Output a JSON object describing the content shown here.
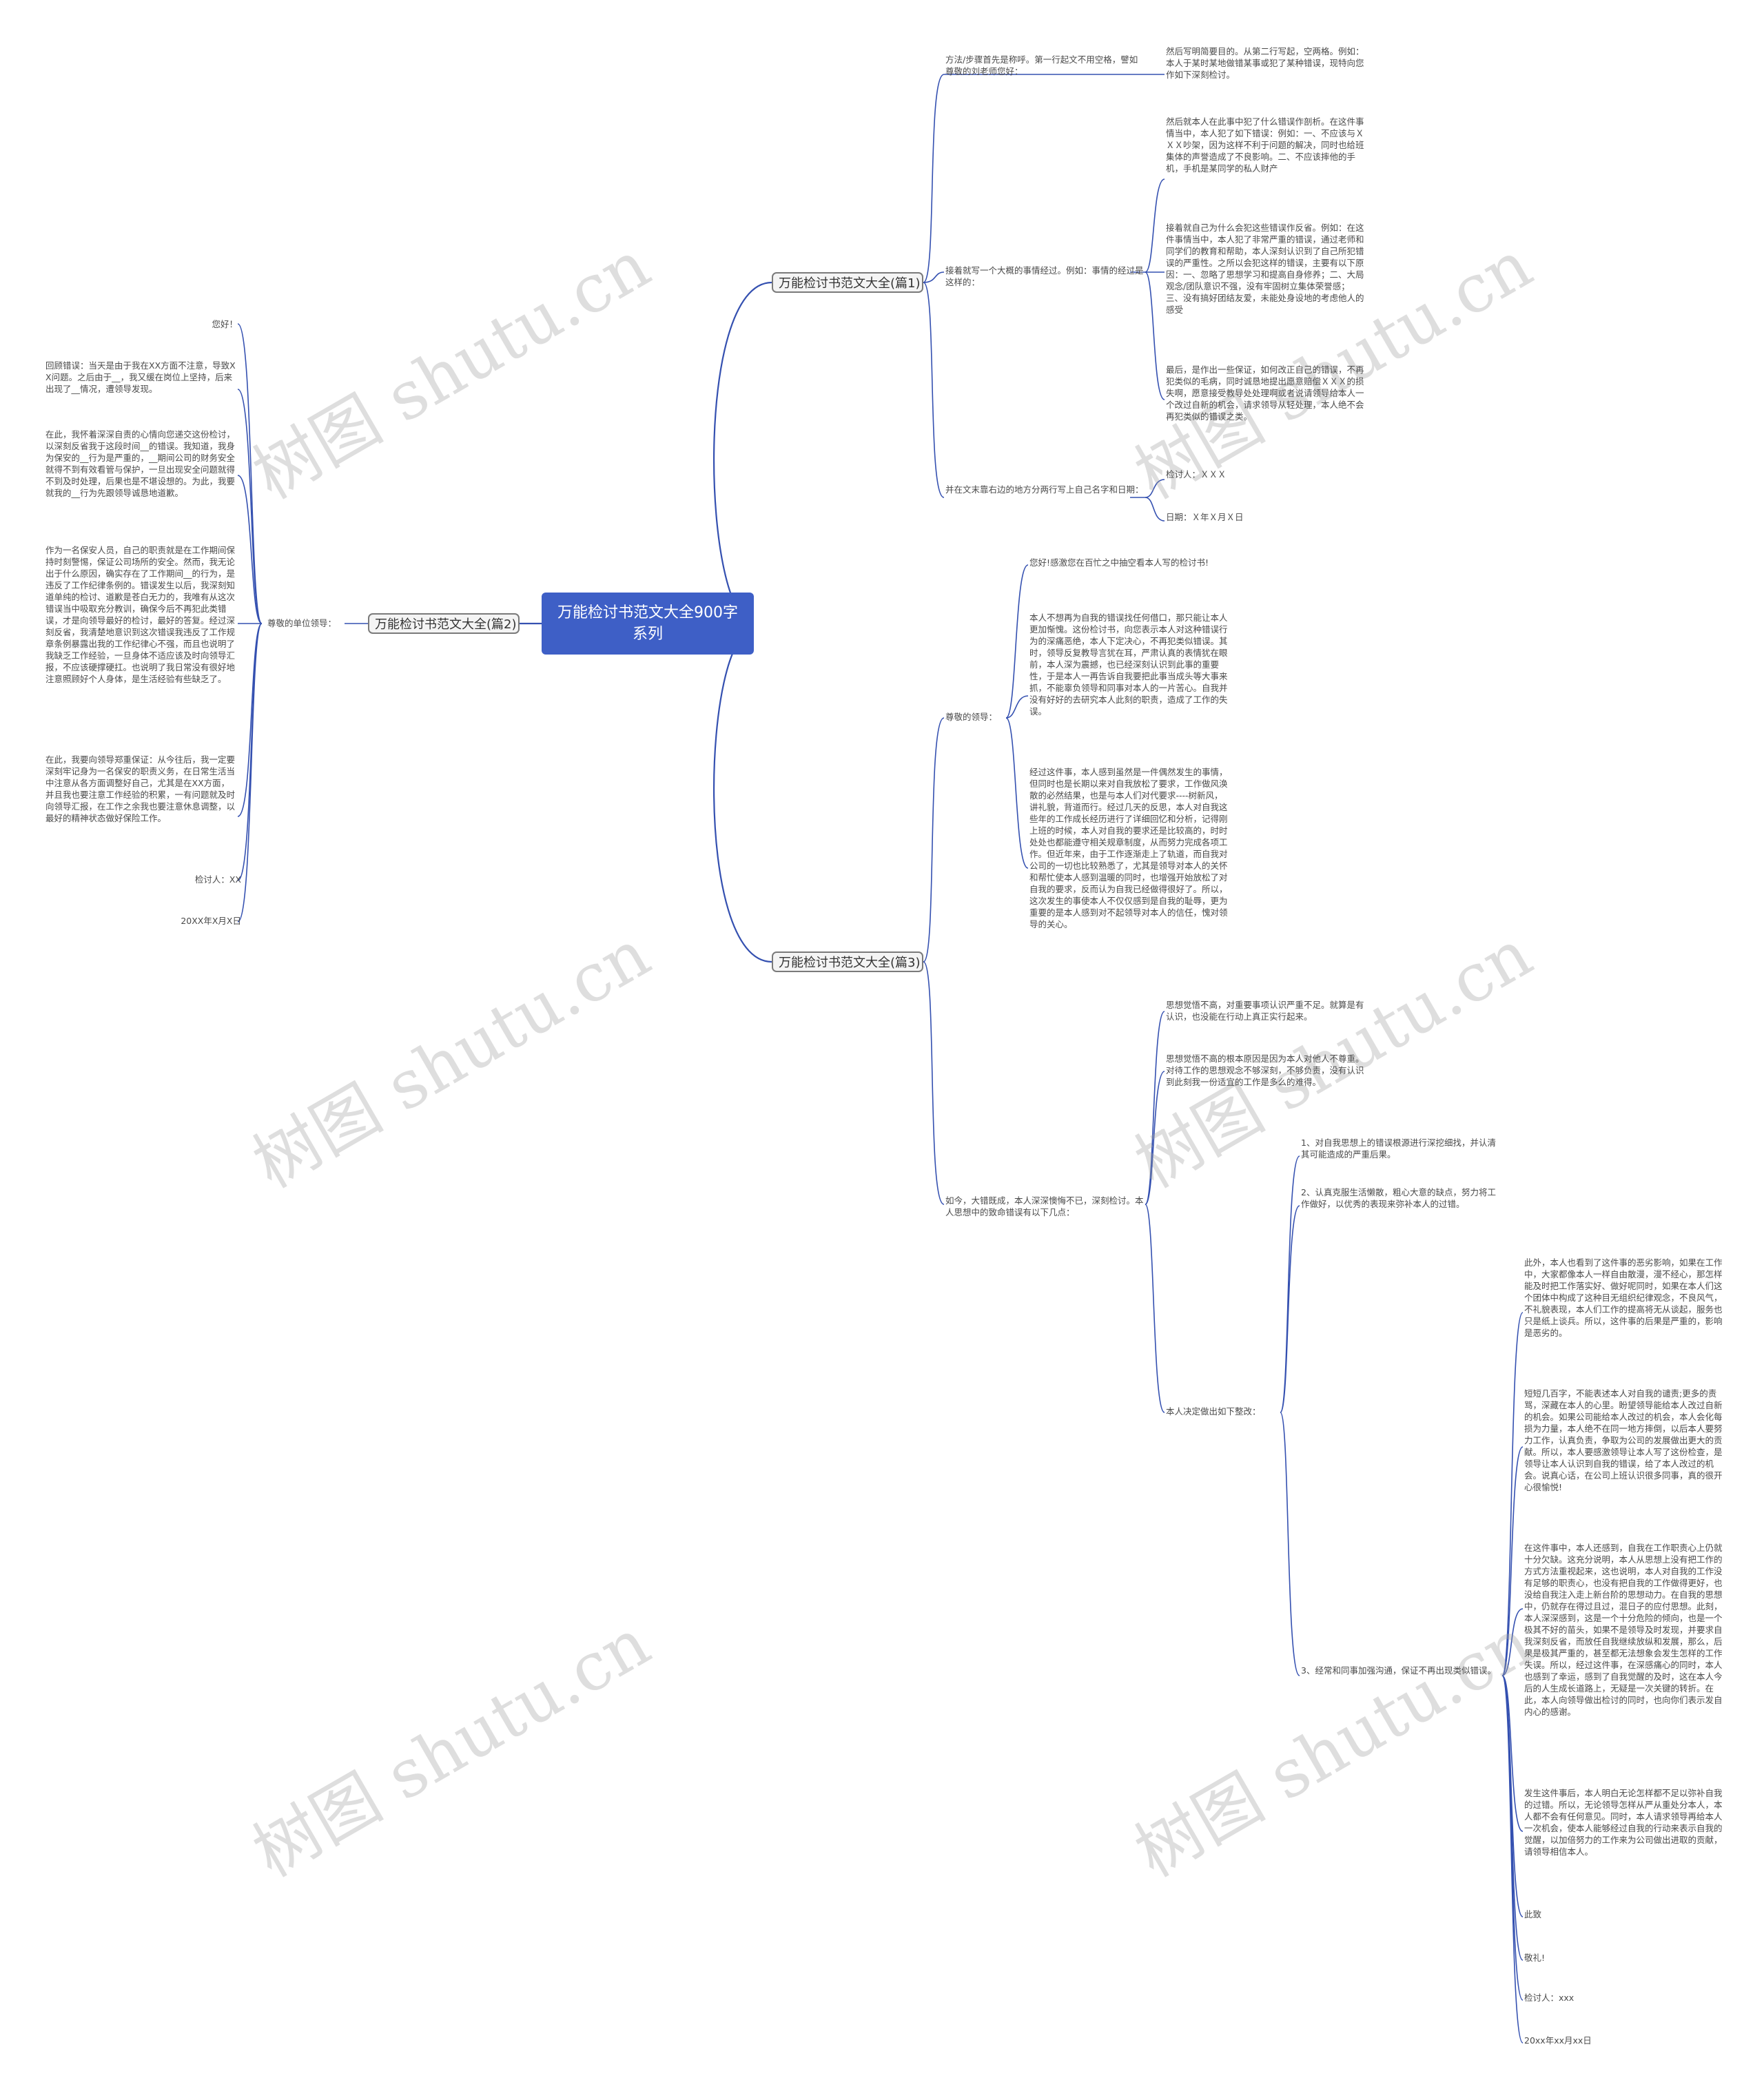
{
  "root": "万能检讨书范文大全900字系列",
  "watermark": "树图 shutu.cn",
  "branch1": {
    "label": "万能检讨书范文大全(篇1)",
    "a_label": "方法/步骤首先是称呼。第一行起文不用空格，譬如尊敬的刘老师您好：",
    "a_child": "然后写明简要目的。从第二行写起，空两格。例如：本人于某时某地做错某事或犯了某种错误，现特向您作如下深刻检讨。",
    "b_label": "接着就写一个大概的事情经过。例如：事情的经过是这样的：",
    "b_child1": "然后就本人在此事中犯了什么错误作剖析。在这件事情当中，本人犯了如下错误：例如：一、不应该与ＸＸＸ吵架，因为这样不利于问题的解决，同时也给班集体的声誉造成了不良影响。二、不应该摔他的手机，手机是某同学的私人财产",
    "b_child2": "接着就自己为什么会犯这些错误作反省。例如：在这件事情当中，本人犯了非常严重的错误，通过老师和同学们的教育和帮助，本人深刻认识到了自己所犯错误的严重性。之所以会犯这样的错误，主要有以下原因：一、忽略了思想学习和提高自身修养；二、大局观念/团队意识不强，没有牢固树立集体荣誉感；三、没有搞好团结友爱，未能处身设地的考虑他人的感受",
    "b_child3": "最后，是作出一些保证，如何改正自己的错误，不再犯类似的毛病，同时诚恳地提出愿意赔偿ＸＸＸ的损失啊，愿意接受教导处处理啊或者说请领导给本人一个改过自新的机会，请求领导从轻处理，本人绝不会再犯类似的错误之类。",
    "c_label": "并在文末靠右边的地方分两行写上自己名字和日期：",
    "c_child1": "检讨人：ＸＸＸ",
    "c_child2": "日期：Ｘ年Ｘ月Ｘ日"
  },
  "branch2": {
    "label": "万能检讨书范文大全(篇2)",
    "a_label": "尊敬的单位领导：",
    "p1": "您好！",
    "p2": "回顾错误：当天是由于我在XX方面不注意，导致XX问题。之后由于__，我又缓在岗位上坚持，后来出现了__情况，遭领导发现。",
    "p3": "在此，我怀着深深自责的心情向您递交这份检讨，以深刻反省我于这段时间__的错误。我知道，我身为保安的__行为是严重的，__期间公司的财务安全就得不到有效看管与保护，一旦出现安全问题就得不到及时处理，后果也是不堪设想的。为此，我要就我的__行为先跟领导诚恳地道歉。",
    "p4": "作为一名保安人员，自己的职责就是在工作期间保持时刻警惕，保证公司场所的安全。然而，我无论出于什么原因，确实存在了工作期间__的行为，是违反了工作纪律条例的。错误发生以后，我深刻知道单纯的检讨、道歉是苍白无力的，我唯有从这次错误当中吸取充分教训，确保今后不再犯此类错误，才是向领导最好的检讨，最好的答复。经过深刻反省，我清楚地意识到这次错误我违反了工作规章条例暴露出我的工作纪律心不强，而且也说明了我缺乏工作经验，一旦身体不适应该及时向领导汇报，不应该硬撑硬扛。也说明了我日常没有很好地注意照顾好个人身体，是生活经验有些缺乏了。",
    "p5": "在此，我要向领导郑重保证：从今往后，我一定要深刻牢记身为一名保安的职责义务，在日常生活当中注意从各方面调整好自己，尤其是在XX方面，并且我也要注意工作经验的积累，一有问题就及时向领导汇报，在工作之余我也要注意休息调整，以最好的精神状态做好保险工作。",
    "p6": "检讨人：XX",
    "p7": "20XX年X月X日"
  },
  "branch3": {
    "label": "万能检讨书范文大全(篇3)",
    "a_label": "尊敬的领导：",
    "a_child1": "您好!感激您在百忙之中抽空看本人写的检讨书!",
    "a_child2": "本人不想再为自我的错误找任何借口，那只能让本人更加惭愧。这份检讨书，向您表示本人对这种错误行为的深痛恶绝，本人下定决心，不再犯类似错误。其时，领导反复教导言犹在耳，严肃认真的表情犹在眼前，本人深为震撼，也已经深刻认识到此事的重要性，于是本人一再告诉自我要把此事当成头等大事来抓，不能辜负领导和同事对本人的一片苦心。自我并没有好好的去研究本人此刻的职责，造成了工作的失误。",
    "a_child3": "经过这件事，本人感到虽然是一件偶然发生的事情，但同时也是长期以来对自我放松了要求，工作做风涣散的必然结果，也是与本人们对代要求----树新风，讲礼貌，背道而行。经过几天的反思，本人对自我这些年的工作成长经历进行了详细回忆和分析，记得刚上班的时候，本人对自我的要求还是比较高的，时时处处也都能遵守相关规章制度，从而努力完成各项工作。但近年来，由于工作逐渐走上了轨道，而自我对公司的一切也比较熟悉了，尤其是领导对本人的关怀和帮忙使本人感到温暖的同时，也增强开始放松了对自我的要求，反而认为自我已经做得很好了。所以，这次发生的事使本人不仅仅感到是自我的耻辱，更为重要的是本人感到对不起领导对本人的信任，愧对领导的关心。",
    "b_label": "如今，大错既成，本人深深懊悔不已，深刻检讨。本人思想中的致命错误有以下几点：",
    "b_child1": "思想觉悟不高，对重要事项认识严重不足。就算是有认识，也没能在行动上真正实行起来。",
    "b_child2": "思想觉悟不高的根本原因是因为本人对他人不尊重。对待工作的思想观念不够深刻，不够负责，没有认识到此刻我一份适宜的工作是多么的难得。",
    "c_label": "本人决定做出如下整改：",
    "c_item1": "1、对自我思想上的错误根源进行深挖细找，并认清其可能造成的严重后果。",
    "c_item2": "2、认真克服生活懒散，粗心大意的缺点，努力将工作做好，以优秀的表现来弥补本人的过错。",
    "c_item3": "3、经常和同事加强沟通，保证不再出现类似错误。",
    "d_child1": "此外，本人也看到了这件事的恶劣影响，如果在工作中，大家都像本人一样自由散漫，漫不经心，那怎样能及时把工作落实好、做好呢同时，如果在本人们这个团体中构成了这种目无组织纪律观念，不良风气，不礼貌表现，本人们工作的提高将无从谈起，服务也只是纸上谈兵。所以，这件事的后果是严重的，影响是恶劣的。",
    "d_child2": "短短几百字，不能表述本人对自我的谴责;更多的责骂，深藏在本人的心里。盼望领导能给本人改过自新的机会。如果公司能给本人改过的机会，本人会化每损为力量，本人绝不在同一地方摔倒，以后本人要努力工作，认真负责，争取为公司的发展做出更大的贡献。所以，本人要感激领导让本人写了这份检查，是领导让本人认识到自我的错误，给了本人改过的机会。说真心话，在公司上班认识很多同事，真的很开心很愉悦!",
    "d_child3": "在这件事中，本人还感到，自我在工作职责心上仍就十分欠缺。这充分说明，本人从思想上没有把工作的方式方法重视起来，这也说明，本人对自我的工作没有足够的职责心，也没有把自我的工作做得更好，也没给自我注入走上新台阶的思想动力。在自我的思想中，仍就存在得过且过，混日子的应付思想。此刻，本人深深感到，这是一个十分危险的倾向，也是一个极其不好的苗头，如果不是领导及时发现，并要求自我深刻反省，而放任自我继续放纵和发展，那么，后果是极其严重的，甚至都无法想象会发生怎样的工作失误。所以，经过这件事，在深感痛心的同时，本人也感到了幸运，感到了自我觉醒的及时，这在本人今后的人生成长道路上，无疑是一次关键的转折。在此，本人向领导做出检讨的同时，也向你们表示发自内心的感谢。",
    "d_child4": "发生这件事后，本人明白无论怎样都不足以弥补自我的过错。所以，无论领导怎样从严从重处分本人，本人都不会有任何意见。同时，本人请求领导再给本人一次机会，使本人能够经过自我的行动来表示自我的觉醒，以加倍努力的工作来为公司做出进取的贡献，请领导相信本人。",
    "d_child5": "此致",
    "d_child6": "敬礼!",
    "d_child7": "检讨人：xxx",
    "d_child8": "20xx年xx月xx日"
  }
}
